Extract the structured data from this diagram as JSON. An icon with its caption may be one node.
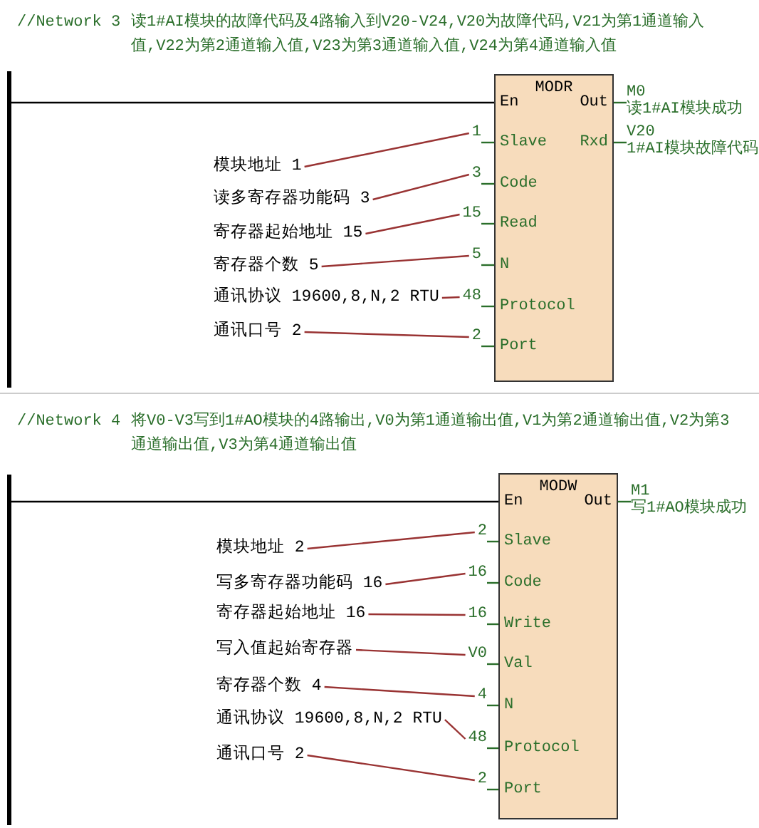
{
  "diagram": {
    "nodes": [
      {
        "text": [],
        "shape": "bar"
      },
      {
        "text": [
          "MODR",
          "En",
          "Out",
          "Slave",
          "Rxd",
          "Code",
          "Read",
          "N",
          "Protocol",
          "Port"
        ]
      },
      {
        "text": [
          "1"
        ]
      },
      {
        "text": [
          "3"
        ]
      },
      {
        "text": [
          "15"
        ]
      },
      {
        "text": [
          "5"
        ]
      },
      {
        "text": [
          "48"
        ]
      },
      {
        "text": [
          "2"
        ]
      },
      {
        "text": [
          "模块地址 1"
        ]
      },
      {
        "text": [
          "读多寄存器功能码 3"
        ]
      },
      {
        "text": [
          "寄存器起始地址 15"
        ]
      },
      {
        "text": [
          "寄存器个数 5"
        ]
      },
      {
        "text": [
          "通讯协议 19600,8,N,2 RTU"
        ]
      },
      {
        "text": [
          "通讯口号 2"
        ]
      },
      {
        "text": [
          "M0",
          "读1#AI模块成功"
        ]
      },
      {
        "text": [
          "V20",
          "1#AI模块故障代码"
        ]
      },
      {
        "text": [],
        "shape": "bar"
      },
      {
        "text": [
          "MODW",
          "En",
          "Out",
          "Slave",
          "Code",
          "Write",
          "Val",
          "N",
          "Protocol",
          "Port"
        ]
      },
      {
        "text": [
          "2"
        ]
      },
      {
        "text": [
          "16"
        ]
      },
      {
        "text": [
          "16"
        ]
      },
      {
        "text": [
          "V0"
        ]
      },
      {
        "text": [
          "4"
        ]
      },
      {
        "text": [
          "48"
        ]
      },
      {
        "text": [
          "2"
        ]
      },
      {
        "text": [
          "模块地址 2"
        ]
      },
      {
        "text": [
          "写多寄存器功能码 16"
        ]
      },
      {
        "text": [
          "寄存器起始地址 16"
        ]
      },
      {
        "text": [
          "写入值起始寄存器"
        ]
      },
      {
        "text": [
          "寄存器个数 4"
        ]
      },
      {
        "text": [
          "通讯协议 19600,8,N,2 RTU"
        ]
      },
      {
        "text": [
          "通讯口号 2"
        ]
      },
      {
        "text": [
          "M1",
          "写1#AO模块成功"
        ]
      }
    ],
    "edges": [
      {
        "from": 0,
        "to": 1,
        "arrow": "none",
        "color": "#000000"
      },
      {
        "from": 2,
        "to": 1,
        "arrow": "none"
      },
      {
        "from": 3,
        "to": 1,
        "arrow": "none"
      },
      {
        "from": 4,
        "to": 1,
        "arrow": "none"
      },
      {
        "from": 5,
        "to": 1,
        "arrow": "none"
      },
      {
        "from": 6,
        "to": 1,
        "arrow": "none"
      },
      {
        "from": 7,
        "to": 1,
        "arrow": "none"
      },
      {
        "from": 8,
        "to": 2,
        "arrow": "none",
        "color": "#993333"
      },
      {
        "from": 9,
        "to": 3,
        "arrow": "none",
        "color": "#993333"
      },
      {
        "from": 10,
        "to": 4,
        "arrow": "none",
        "color": "#993333"
      },
      {
        "from": 11,
        "to": 5,
        "arrow": "none",
        "color": "#993333"
      },
      {
        "from": 12,
        "to": 6,
        "arrow": "none",
        "color": "#993333"
      },
      {
        "from": 13,
        "to": 7,
        "arrow": "none",
        "color": "#993333"
      },
      {
        "from": 1,
        "to": 14,
        "arrow": "none"
      },
      {
        "from": 1,
        "to": 15,
        "arrow": "none"
      },
      {
        "from": 16,
        "to": 17,
        "arrow": "none",
        "color": "#000000"
      },
      {
        "from": 18,
        "to": 17,
        "arrow": "none"
      },
      {
        "from": 19,
        "to": 17,
        "arrow": "none"
      },
      {
        "from": 20,
        "to": 17,
        "arrow": "none"
      },
      {
        "from": 21,
        "to": 17,
        "arrow": "none"
      },
      {
        "from": 22,
        "to": 17,
        "arrow": "none"
      },
      {
        "from": 23,
        "to": 17,
        "arrow": "none"
      },
      {
        "from": 24,
        "to": 17,
        "arrow": "none"
      },
      {
        "from": 25,
        "to": 18,
        "arrow": "none",
        "color": "#993333"
      },
      {
        "from": 26,
        "to": 19,
        "arrow": "none",
        "color": "#993333"
      },
      {
        "from": 27,
        "to": 20,
        "arrow": "none",
        "color": "#993333"
      },
      {
        "from": 28,
        "to": 21,
        "arrow": "none",
        "color": "#993333"
      },
      {
        "from": 29,
        "to": 22,
        "arrow": "none",
        "color": "#993333"
      },
      {
        "from": 30,
        "to": 23,
        "arrow": "none",
        "color": "#993333"
      },
      {
        "from": 31,
        "to": 24,
        "arrow": "none",
        "color": "#993333"
      },
      {
        "from": 17,
        "to": 32,
        "arrow": "none"
      }
    ],
    "labels": [
      "//Network 3",
      "读1#AI模块的故障代码及4路输入到V20-V24,V20为故障代码,V21为第1通道输入值,V22为第2通道输入值,V23为第3通道输入值,V24为第4通道输入值",
      "//Network 4",
      "将V0-V3写到1#AO模块的4路输出,V0为第1通道输出值,V1为第2通道输出值,V2为第3通道输出值,V3为第4通道输出值"
    ]
  }
}
